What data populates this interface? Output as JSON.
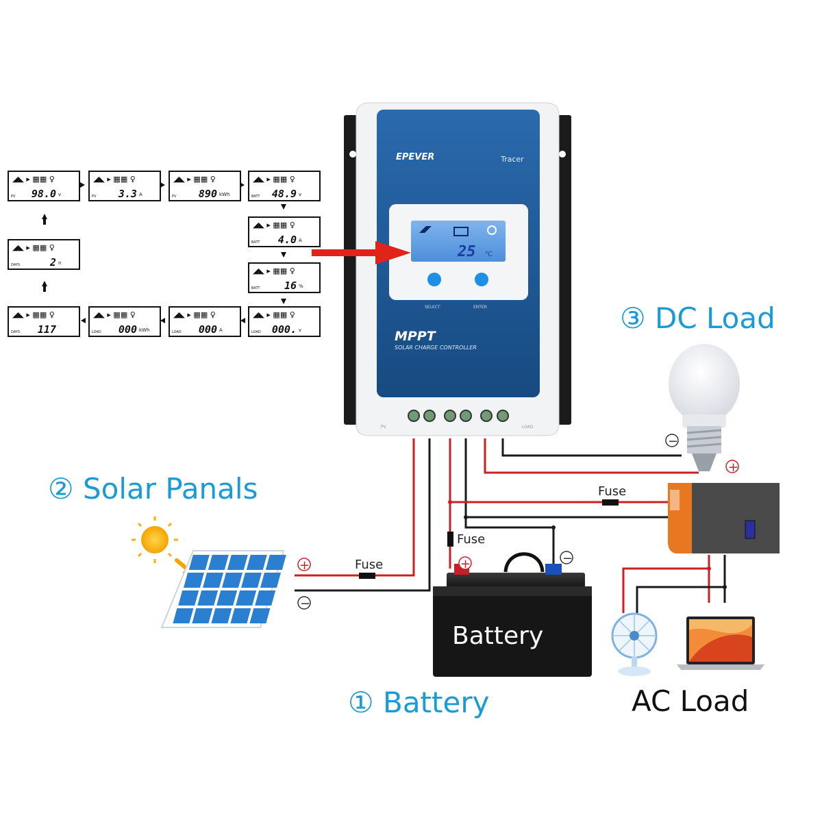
{
  "controller": {
    "brand": "EPEVER",
    "model": "Tracer",
    "title": "MPPT",
    "subtitle": "SOLAR CHARGE CONTROLLER",
    "lcd_value": "25",
    "lcd_unit": "℃",
    "button_labels": [
      "SELECT",
      "ENTER"
    ],
    "footer_left": "PV",
    "footer_right": "LOAD"
  },
  "lcd_screens": [
    {
      "value": "98.0",
      "unit": "v",
      "tag": "PV"
    },
    {
      "value": "3.3",
      "unit": "A",
      "tag": "PV"
    },
    {
      "value": "890",
      "unit": "kWh",
      "tag": "PV"
    },
    {
      "value": "48.9",
      "unit": "v",
      "tag": "BATT"
    },
    {
      "value": "4.0",
      "unit": "A",
      "tag": "BATT"
    },
    {
      "value": "16",
      "unit": "%",
      "tag": "BATT"
    },
    {
      "value": "000.",
      "unit": "v",
      "tag": "LOAD"
    },
    {
      "value": "000",
      "unit": "A",
      "tag": "LOAD"
    },
    {
      "value": "000",
      "unit": "kWh",
      "tag": "LOAD"
    },
    {
      "value": "117",
      "unit": "",
      "tag": "DAYS"
    },
    {
      "value": "2",
      "unit": "n",
      "tag": "DAYS"
    }
  ],
  "labels": {
    "battery_title": "① Battery",
    "solar_title": "② Solar Panals",
    "dc_load_title": "③ DC Load",
    "ac_load_title": "AC Load",
    "battery_body": "Battery",
    "fuse": "Fuse",
    "plus": "+",
    "minus": "−"
  },
  "colors": {
    "controller_blue": "#1f5a96",
    "wire_red": "#cc1f25",
    "wire_black": "#1a1a1a",
    "title_blue": "#1a9ad6",
    "arrow_red": "#e2231a",
    "inverter_orange": "#e87722",
    "panel_blue": "#2b7fd1"
  }
}
